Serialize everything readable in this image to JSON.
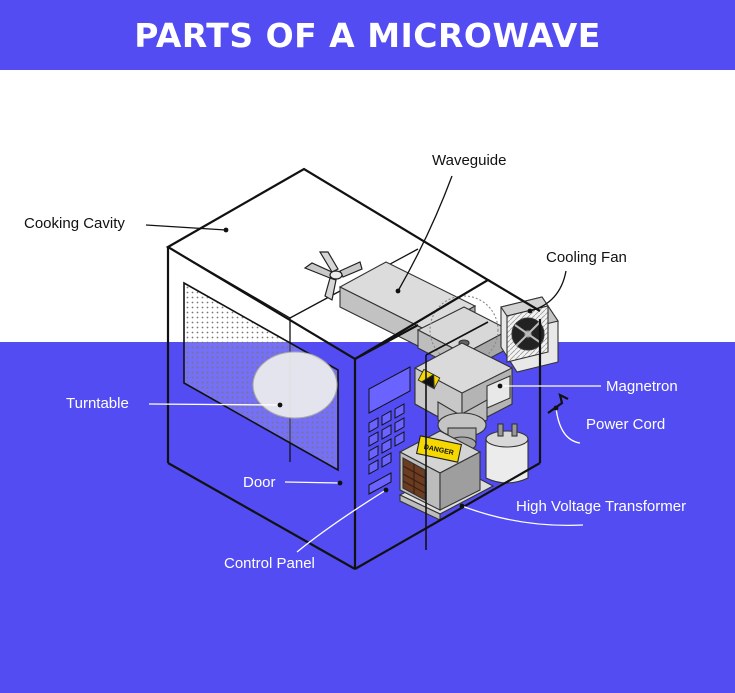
{
  "title": "PARTS OF A MICROWAVE",
  "colors": {
    "accent": "#524cf2",
    "background": "#ffffff",
    "outline": "#111111"
  },
  "labels": {
    "waveguide": "Waveguide",
    "cooking_cavity": "Cooking Cavity",
    "cooling_fan": "Cooling Fan",
    "magnetron": "Magnetron",
    "turntable": "Turntable",
    "power_cord": "Power Cord",
    "door": "Door",
    "high_voltage_transformer": "High Voltage Transformer",
    "control_panel": "Control Panel"
  },
  "warning_labels": {
    "danger": "DANGER"
  }
}
